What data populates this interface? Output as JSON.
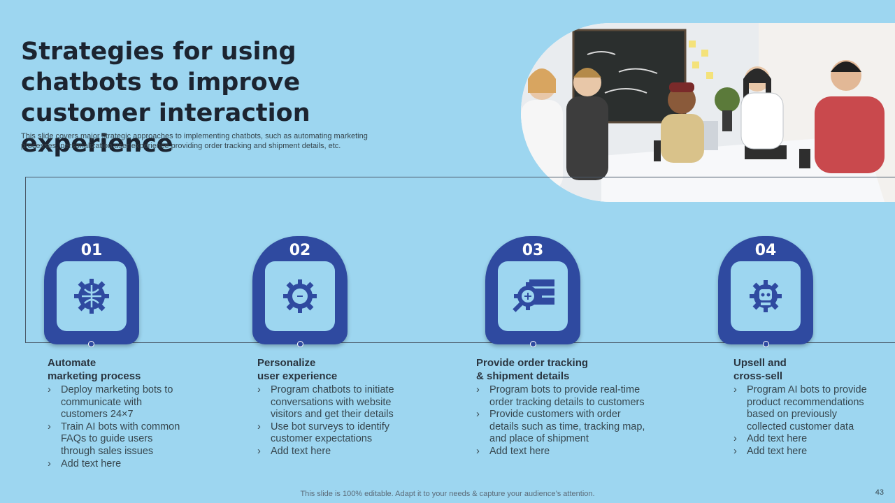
{
  "slide": {
    "title": "Strategies for using chatbots to improve customer interaction experience",
    "subtitle": "This slide covers major strategic approaches to implementing chatbots, such as automating marketing processes, personalization user experience providing order tracking and shipment details, etc.",
    "footer": "This slide is 100% editable. Adapt it to your needs & capture your audience’s attention.",
    "page_number": "43"
  },
  "photo": {
    "icon": "team-meeting-photo"
  },
  "colors": {
    "background": "#9dd6f0",
    "accent": "#2f4aa0"
  },
  "steps": [
    {
      "number": "01",
      "icon": "globe-gear-icon",
      "title": "Automate\nmarketing process",
      "bullets": [
        "Deploy marketing bots to\ncommunicate with\ncustomers 24×7",
        "Train AI bots with common\nFAQs to guide users\nthrough sales issues",
        "Add text here"
      ]
    },
    {
      "number": "02",
      "icon": "user-gear-icon",
      "title": "Personalize\nuser experience",
      "bullets": [
        "Program chatbots to initiate\nconversations with website\nvisitors and get their details",
        "Use bot surveys to identify\ncustomer expectations",
        "Add text here"
      ]
    },
    {
      "number": "03",
      "icon": "tracking-gear-icon",
      "title": "Provide order tracking\n& shipment details",
      "bullets": [
        "Program bots to provide real-time\norder tracking details to customers",
        "Provide customers with order\ndetails such as time, tracking map,\nand place of shipment",
        "Add text here"
      ]
    },
    {
      "number": "04",
      "icon": "robot-gear-icon",
      "title": "Upsell and\ncross-sell",
      "bullets": [
        "Program AI bots to provide\nproduct recommendations\nbased on previously\ncollected customer data",
        "Add text here",
        "Add text here"
      ]
    }
  ]
}
